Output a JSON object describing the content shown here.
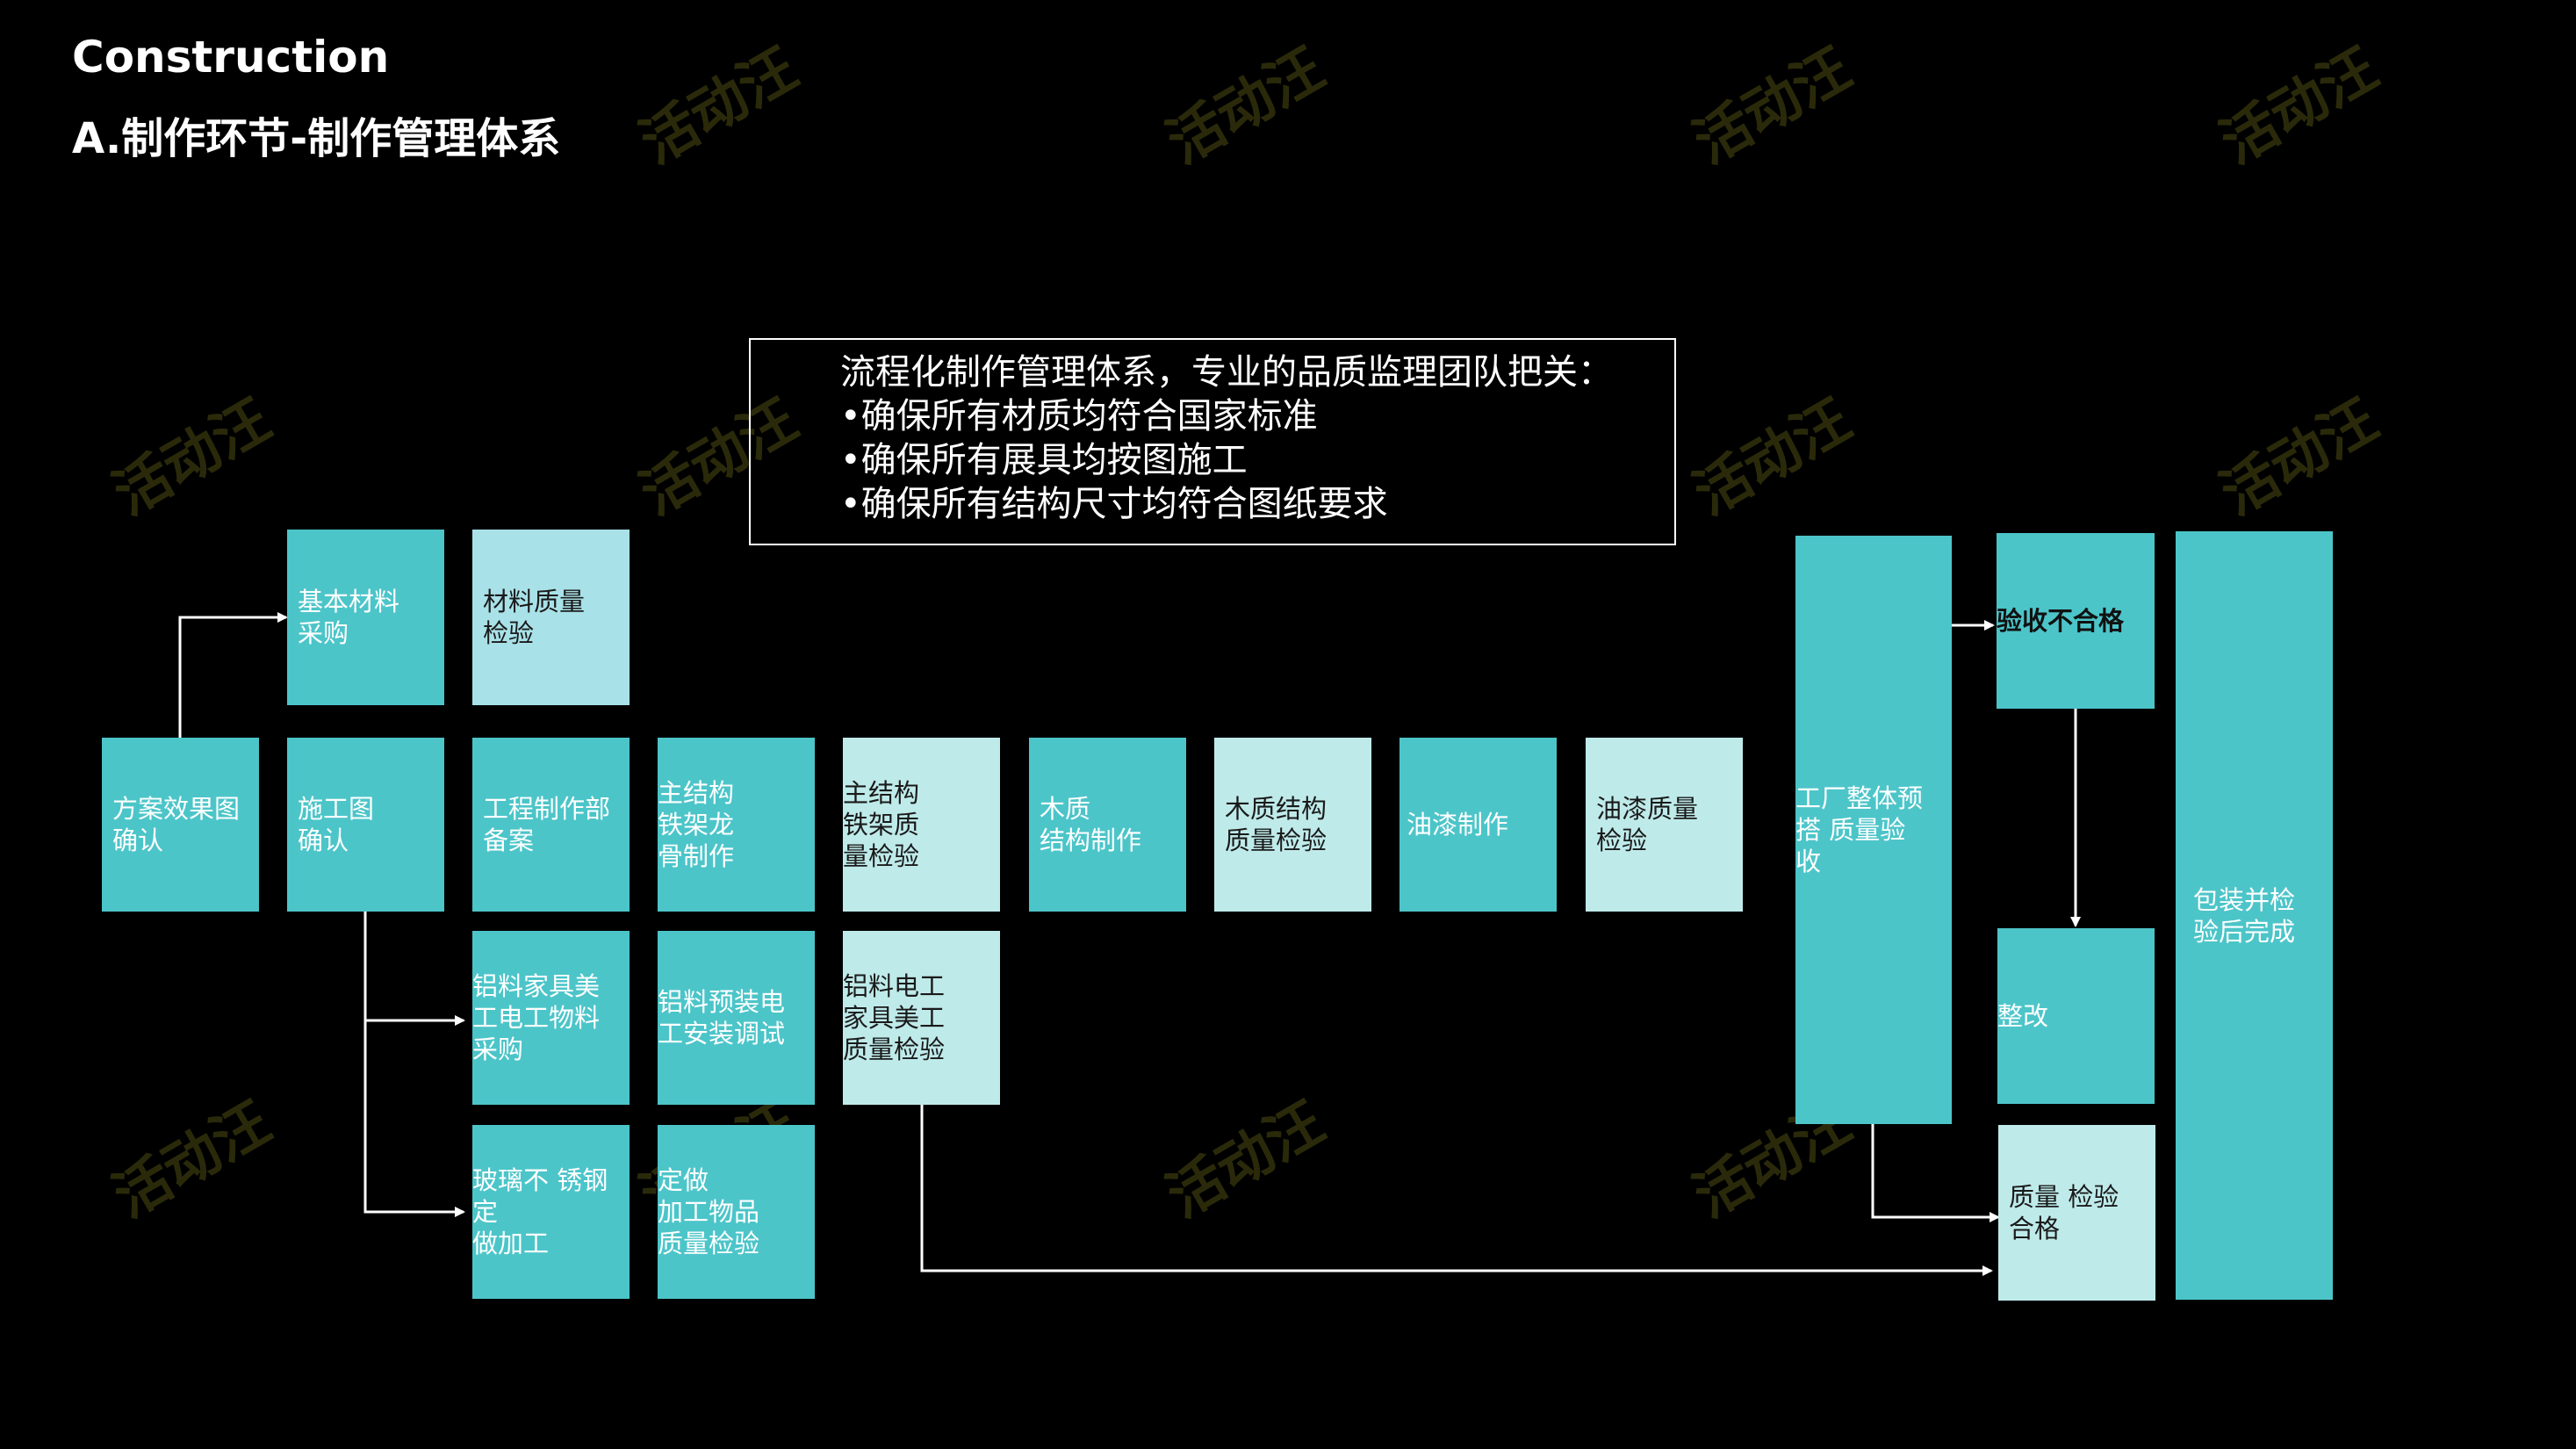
{
  "header": {
    "title": "Construction",
    "subtitle": "A.制作环节-制作管理体系"
  },
  "info_box": {
    "heading": "流程化制作管理体系，专业的品质监理团队把关：",
    "bullets": [
      "•确保所有材质均符合国家标准",
      "•确保所有展具均按图施工",
      "•确保所有结构尺寸均符合图纸要求"
    ]
  },
  "watermark": "活动汪",
  "steps": {
    "scheme_confirm": "方案效果图\n确认",
    "basic_material": "基本材料\n采购",
    "material_check": "材料质量\n检验",
    "drawing_confirm": "施工图\n确认",
    "engineering_record": "工程制作部\n备案",
    "steel_frame": "主结构\n铁架龙\n骨制作",
    "steel_frame_check": "主结构\n铁架质\n量检验",
    "wood_structure": "木质\n结构制作",
    "wood_check": "木质结构\n质量检验",
    "paint": "油漆制作",
    "paint_check": "油漆质量\n检验",
    "aluminum_purchase": "铝料家具美\n工电工物料\n采购",
    "aluminum_install": "铝料预装电\n工安装调试",
    "aluminum_check": "铝料电工\n家具美工\n质量检验",
    "glass_custom": "玻璃不 锈钢定\n做加工",
    "custom_check": "定做\n加工物品\n质量检验",
    "factory_check": "工厂整体预\n搭    质量验\n收",
    "reject": "验收不合格",
    "rectify": "整改",
    "pass": "质量  检验\n合格",
    "complete": "包装并检\n验后完成"
  }
}
